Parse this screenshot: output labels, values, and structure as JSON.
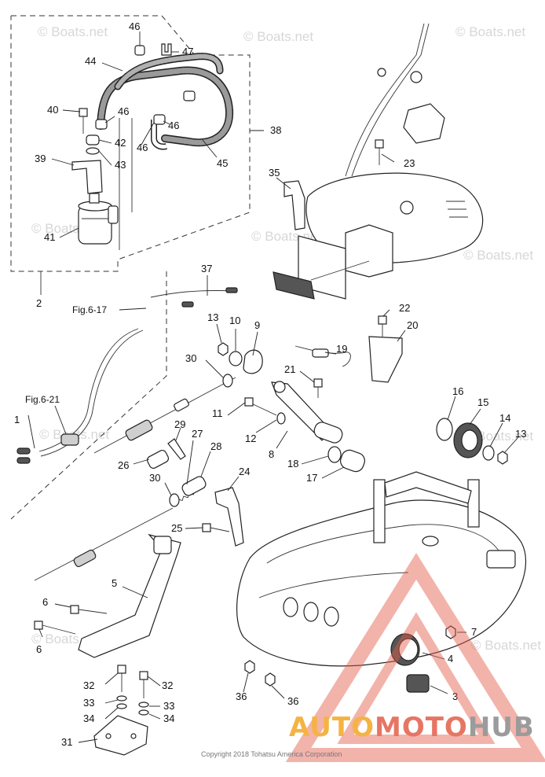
{
  "watermark": "© Boats.net",
  "copyright": "Copyright 2018 Tohatsu America Corporation",
  "brand": {
    "part_a": "AUTO",
    "part_b": "MOTO",
    "part_c": "HUB",
    "color_a": "#f4a623",
    "color_b": "#e35d4a",
    "color_c": "#8a8a8a"
  },
  "refs": {
    "fig_6_17": "Fig.6-17",
    "fig_6_21": "Fig.6-21"
  },
  "callouts": {
    "c1": "1",
    "c2": "2",
    "c3": "3",
    "c4": "4",
    "c5": "5",
    "c6a": "6",
    "c6b": "6",
    "c7": "7",
    "c8": "8",
    "c9": "9",
    "c10": "10",
    "c11": "11",
    "c12": "12",
    "c13a": "13",
    "c13b": "13",
    "c14": "14",
    "c15": "15",
    "c16": "16",
    "c17": "17",
    "c18": "18",
    "c19": "19",
    "c20": "20",
    "c21": "21",
    "c22": "22",
    "c23": "23",
    "c24": "24",
    "c25": "25",
    "c26": "26",
    "c27": "27",
    "c28": "28",
    "c29": "29",
    "c30a": "30",
    "c30b": "30",
    "c31": "31",
    "c32a": "32",
    "c32b": "32",
    "c33a": "33",
    "c33b": "33",
    "c34a": "34",
    "c34b": "34",
    "c35": "35",
    "c36a": "36",
    "c36b": "36",
    "c37": "37",
    "c38": "38",
    "c39": "39",
    "c40": "40",
    "c41": "41",
    "c42": "42",
    "c43": "43",
    "c44": "44",
    "c45": "45",
    "c46a": "46",
    "c46b": "46",
    "c46c": "46",
    "c46d": "46",
    "c47": "47"
  }
}
